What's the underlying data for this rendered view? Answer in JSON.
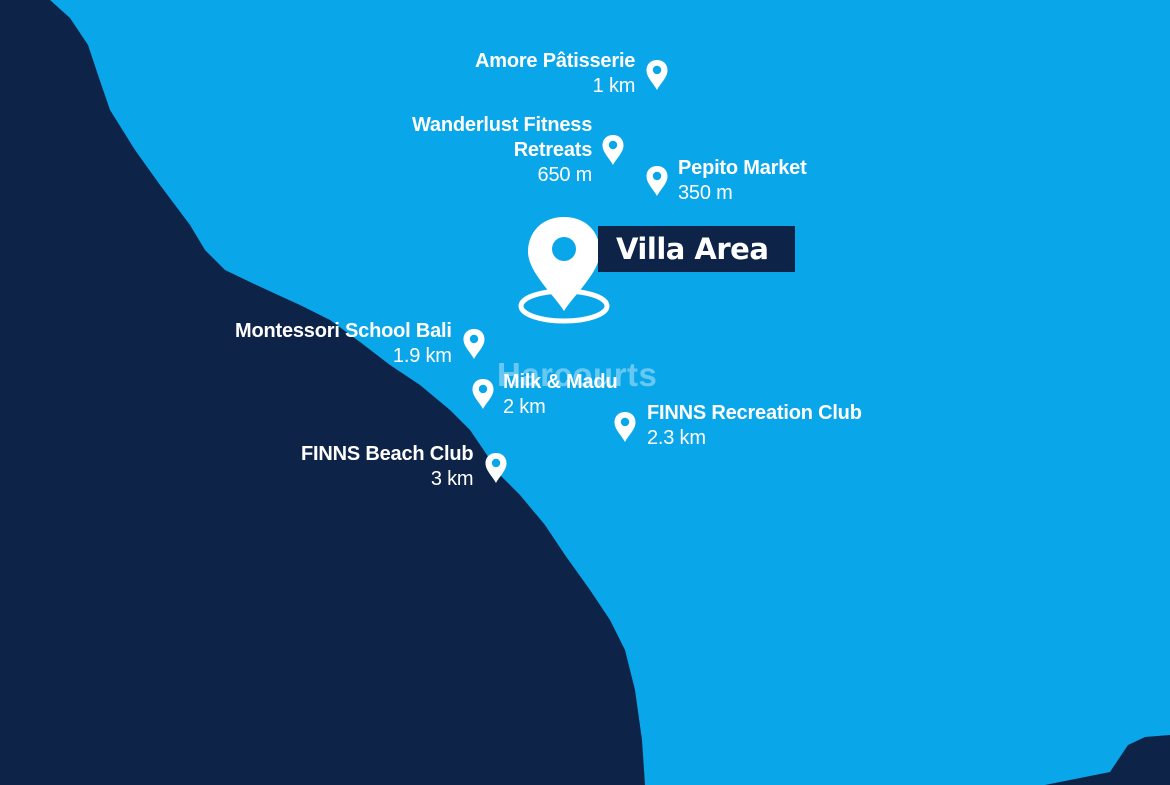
{
  "colors": {
    "sea": "#0aa6ea",
    "land": "#0d2348",
    "label_text": "#ffffff",
    "watermark": "rgba(255,255,255,0.38)"
  },
  "main_location": {
    "label": "Villa Area",
    "icon": "map-pin-with-ring-icon"
  },
  "watermark": "Harcourts",
  "points_of_interest": [
    {
      "id": "amore",
      "name": "Amore Pâtisserie",
      "distance": "1 km",
      "icon": "map-pin-icon"
    },
    {
      "id": "wanderlust",
      "name_line1": "Wanderlust Fitness",
      "name_line2": "Retreats",
      "distance": "650 m",
      "icon": "map-pin-icon"
    },
    {
      "id": "pepito",
      "name": "Pepito Market",
      "distance": "350 m",
      "icon": "map-pin-icon"
    },
    {
      "id": "montessori",
      "name": "Montessori School Bali",
      "distance": "1.9 km",
      "icon": "map-pin-icon"
    },
    {
      "id": "milk",
      "name": "Milk & Madu",
      "distance": "2 km",
      "icon": "map-pin-icon"
    },
    {
      "id": "finns-rec",
      "name": "FINNS Recreation Club",
      "distance": "2.3 km",
      "icon": "map-pin-icon"
    },
    {
      "id": "finns-beach",
      "name": "FINNS Beach Club",
      "distance": "3 km",
      "icon": "map-pin-icon"
    }
  ]
}
